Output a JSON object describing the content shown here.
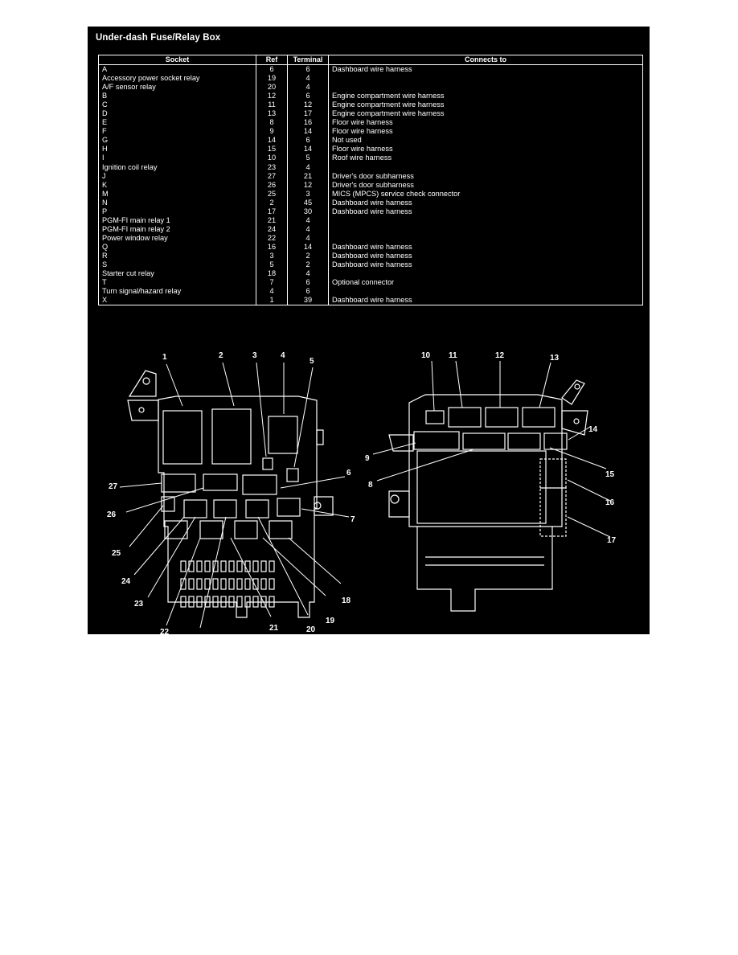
{
  "title": "Under-dash Fuse/Relay Box",
  "table": {
    "headers": [
      "Socket",
      "Ref",
      "Terminal",
      "Connects to"
    ],
    "rows": [
      [
        "A",
        "6",
        "6",
        "Dashboard wire harness"
      ],
      [
        "Accessory power socket relay",
        "19",
        "4",
        ""
      ],
      [
        "A/F sensor relay",
        "20",
        "4",
        ""
      ],
      [
        "B",
        "12",
        "6",
        "Engine compartment wire harness"
      ],
      [
        "C",
        "11",
        "12",
        "Engine compartment wire harness"
      ],
      [
        "D",
        "13",
        "17",
        "Engine compartment wire harness"
      ],
      [
        "E",
        "8",
        "16",
        "Floor wire harness"
      ],
      [
        "F",
        "9",
        "14",
        "Floor wire harness"
      ],
      [
        "G",
        "14",
        "6",
        "Not used"
      ],
      [
        "H",
        "15",
        "14",
        "Floor wire harness"
      ],
      [
        "I",
        "10",
        "5",
        "Roof wire harness"
      ],
      [
        "Ignition coil relay",
        "23",
        "4",
        ""
      ],
      [
        "J",
        "27",
        "21",
        "Driver's door subharness"
      ],
      [
        "K",
        "26",
        "12",
        "Driver's door subharness"
      ],
      [
        "M",
        "25",
        "3",
        "MICS (MPCS) service check connector"
      ],
      [
        "N",
        "2",
        "45",
        "Dashboard wire harness"
      ],
      [
        "P",
        "17",
        "30",
        "Dashboard wire harness"
      ],
      [
        "PGM-FI main relay 1",
        "21",
        "4",
        ""
      ],
      [
        "PGM-FI main relay 2",
        "24",
        "4",
        ""
      ],
      [
        "Power window relay",
        "22",
        "4",
        ""
      ],
      [
        "Q",
        "16",
        "14",
        "Dashboard wire harness"
      ],
      [
        "R",
        "3",
        "2",
        "Dashboard wire harness"
      ],
      [
        "S",
        "5",
        "2",
        "Dashboard wire harness"
      ],
      [
        "Starter cut relay",
        "18",
        "4",
        ""
      ],
      [
        "T",
        "7",
        "6",
        "Optional connector"
      ],
      [
        "Turn signal/hazard relay",
        "4",
        "6",
        ""
      ],
      [
        "X",
        "1",
        "39",
        "Dashboard wire harness"
      ]
    ]
  },
  "callouts": {
    "n1": "1",
    "n2": "2",
    "n3": "3",
    "n4": "4",
    "n5": "5",
    "n6": "6",
    "n7": "7",
    "n8": "8",
    "n9": "9",
    "n10": "10",
    "n11": "11",
    "n12": "12",
    "n13": "13",
    "n14": "14",
    "n15": "15",
    "n16": "16",
    "n17": "17",
    "n18": "18",
    "n19": "19",
    "n20": "20",
    "n21": "21",
    "n22": "22",
    "n23": "23",
    "n24": "24",
    "n25": "25",
    "n26": "26",
    "n27": "27"
  }
}
